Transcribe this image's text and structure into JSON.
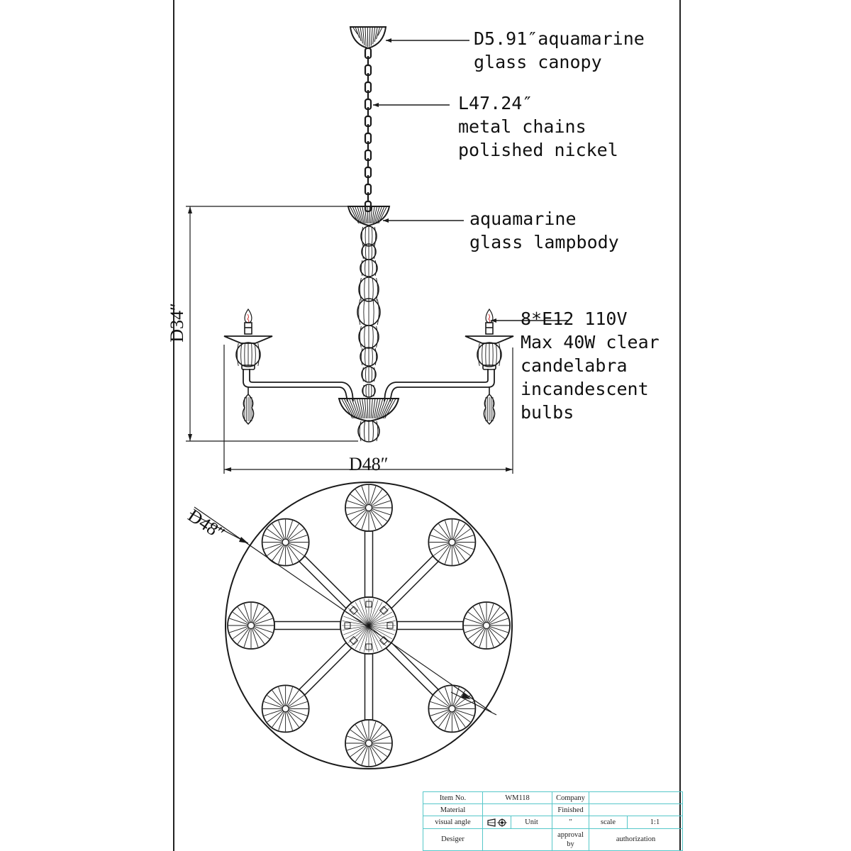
{
  "callouts": {
    "canopy": [
      "D5.91″aquamarine",
      "glass canopy"
    ],
    "chain": [
      "L47.24″",
      "metal chains",
      "polished nickel"
    ],
    "lampbody": [
      "aquamarine",
      "glass lampbody"
    ],
    "bulbs": [
      "8*E12 110V",
      "Max 40W clear",
      "candelabra",
      "incandescent",
      "bulbs"
    ]
  },
  "dimensions": {
    "height": "D34″",
    "width": "D48″",
    "top_diameter": "D48″"
  },
  "title_block": {
    "item_no_label": "Item No.",
    "item_no_value": "WM118",
    "company_label": "Company",
    "company_value": "",
    "material_label": "Material",
    "material_value": "",
    "finished_label": "Finished",
    "finished_value": "",
    "visual_angle_label": "visual angle",
    "unit_label": "Unit",
    "unit_value": "″",
    "scale_label": "scale",
    "scale_value": "1:1",
    "designer_label": "Desiger",
    "designer_value": "",
    "approval_label": "approval by",
    "approval_value": "",
    "authorization_label": "authorization"
  },
  "colors": {
    "line": "#1a1a1a",
    "table_border": "#56c7c9",
    "flame": "#d23a3a"
  },
  "icons": {
    "visual_angle": "first-angle-projection-icon"
  }
}
